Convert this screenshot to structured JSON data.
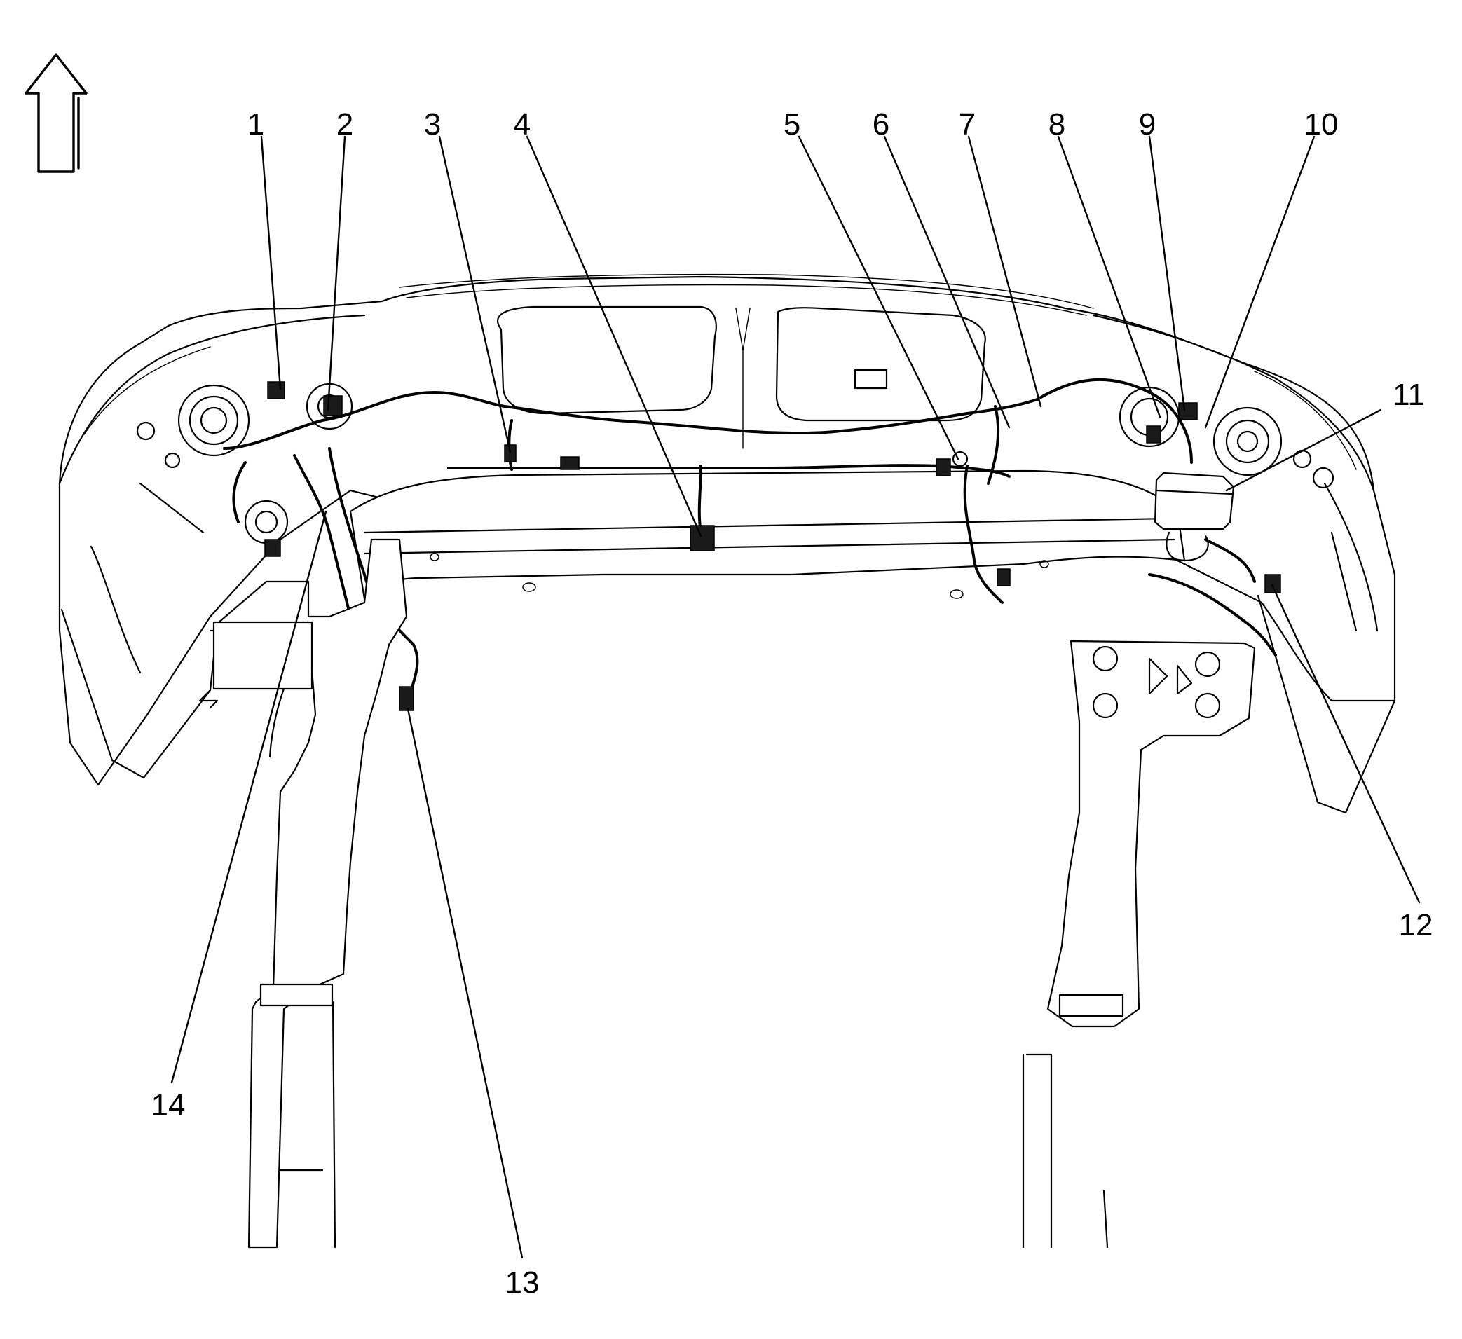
{
  "orientation_arrow": {
    "icon": "up-arrow-icon",
    "meaning": ""
  },
  "callouts": [
    {
      "id": "callout-1",
      "label": "1"
    },
    {
      "id": "callout-2",
      "label": "2"
    },
    {
      "id": "callout-3",
      "label": "3"
    },
    {
      "id": "callout-4",
      "label": "4"
    },
    {
      "id": "callout-5",
      "label": "5"
    },
    {
      "id": "callout-6",
      "label": "6"
    },
    {
      "id": "callout-7",
      "label": "7"
    },
    {
      "id": "callout-8",
      "label": "8"
    },
    {
      "id": "callout-9",
      "label": "9"
    },
    {
      "id": "callout-10",
      "label": "10"
    },
    {
      "id": "callout-11",
      "label": "11"
    },
    {
      "id": "callout-12",
      "label": "12"
    },
    {
      "id": "callout-13",
      "label": "13"
    },
    {
      "id": "callout-14",
      "label": "14"
    }
  ],
  "colors": {
    "line": "#000000",
    "background": "#ffffff"
  }
}
